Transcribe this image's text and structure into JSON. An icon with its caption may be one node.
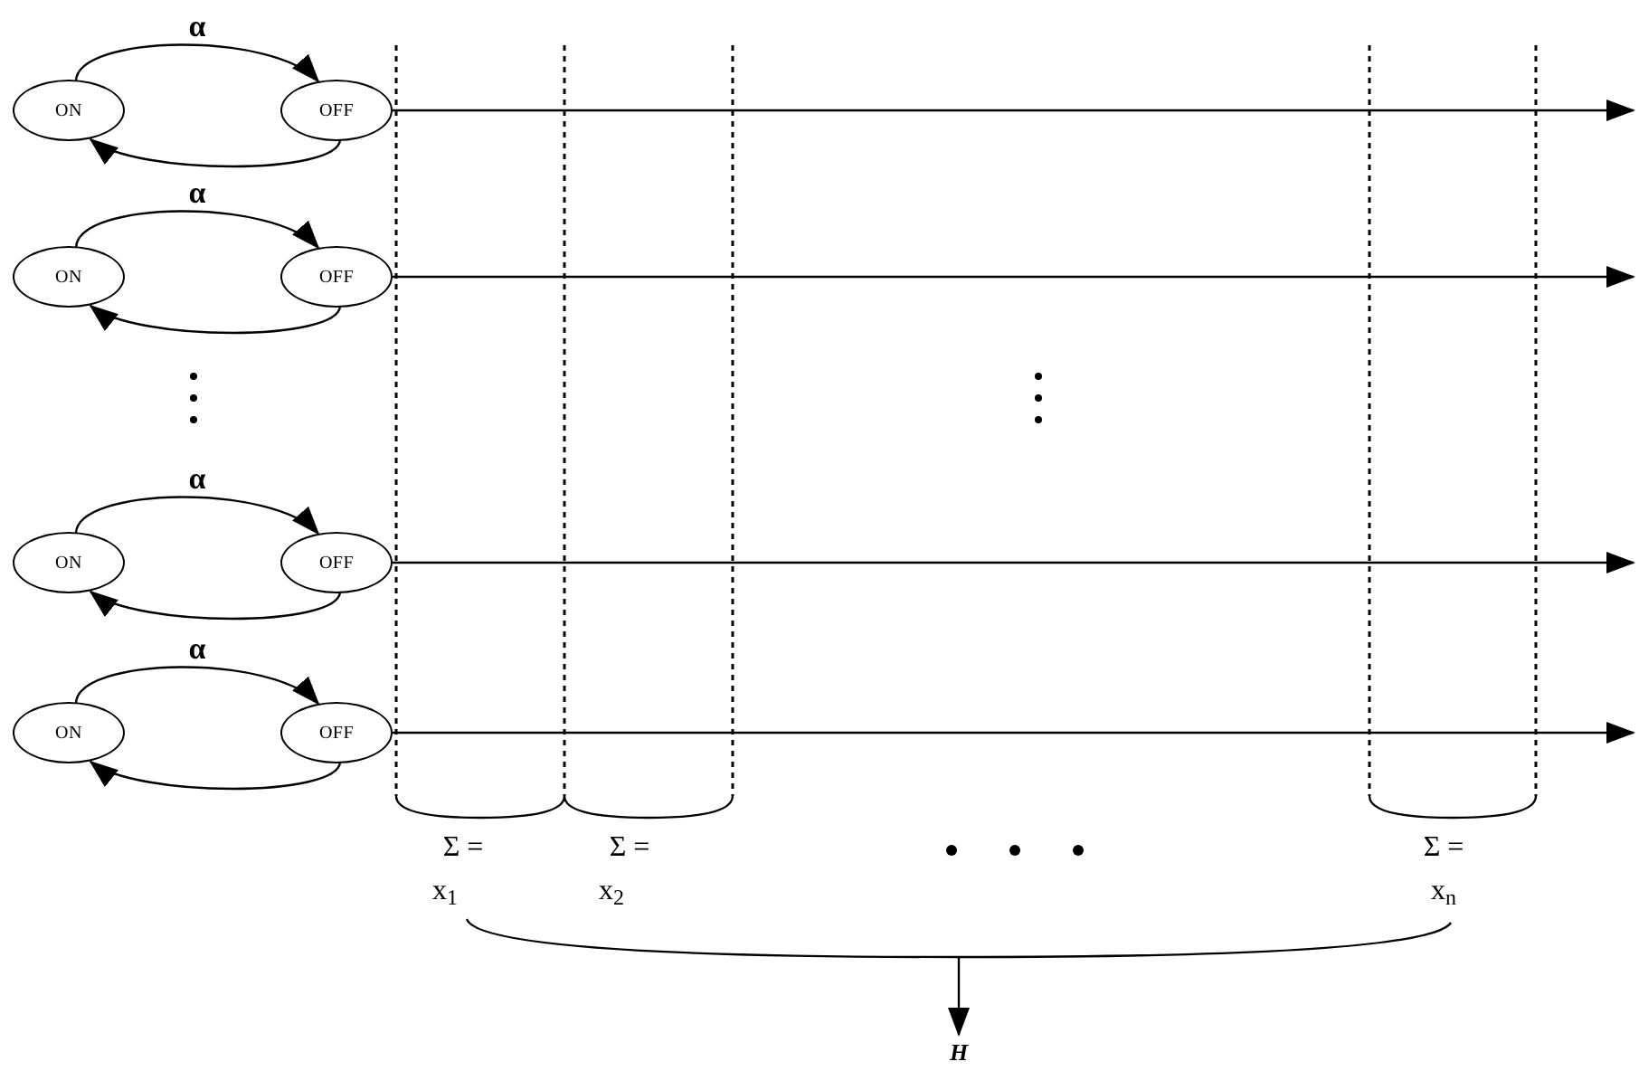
{
  "diagram": {
    "nodes": [
      {
        "text": [
          "ON"
        ]
      },
      {
        "text": [
          "OFF"
        ]
      },
      {
        "text": [
          "ON"
        ]
      },
      {
        "text": [
          "OFF"
        ]
      },
      {
        "text": [
          "ON"
        ]
      },
      {
        "text": [
          "OFF"
        ]
      },
      {
        "text": [
          "ON"
        ]
      },
      {
        "text": [
          "OFF"
        ]
      },
      {
        "text": [],
        "shape": "brace"
      },
      {
        "text": [
          "H"
        ]
      }
    ],
    "edges": [
      {
        "from": 0,
        "to": 1,
        "arrow": "to",
        "label": "α"
      },
      {
        "from": 1,
        "to": 0,
        "arrow": "to"
      },
      {
        "from": 1,
        "to": null,
        "arrow": "to"
      },
      {
        "from": 2,
        "to": 3,
        "arrow": "to",
        "label": "α"
      },
      {
        "from": 3,
        "to": 2,
        "arrow": "to"
      },
      {
        "from": 3,
        "to": null,
        "arrow": "to"
      },
      {
        "from": 4,
        "to": 5,
        "arrow": "to",
        "label": "α"
      },
      {
        "from": 5,
        "to": 4,
        "arrow": "to"
      },
      {
        "from": 5,
        "to": null,
        "arrow": "to"
      },
      {
        "from": 6,
        "to": 7,
        "arrow": "to",
        "label": "α"
      },
      {
        "from": 7,
        "to": 6,
        "arrow": "to"
      },
      {
        "from": 7,
        "to": null,
        "arrow": "to"
      },
      {
        "from": 8,
        "to": 9,
        "arrow": "to"
      }
    ],
    "labels": [
      "Σ =",
      "x$_{1}$",
      "Σ =",
      "x$_{2}$",
      "Σ =",
      "x$_{n}$"
    ]
  }
}
